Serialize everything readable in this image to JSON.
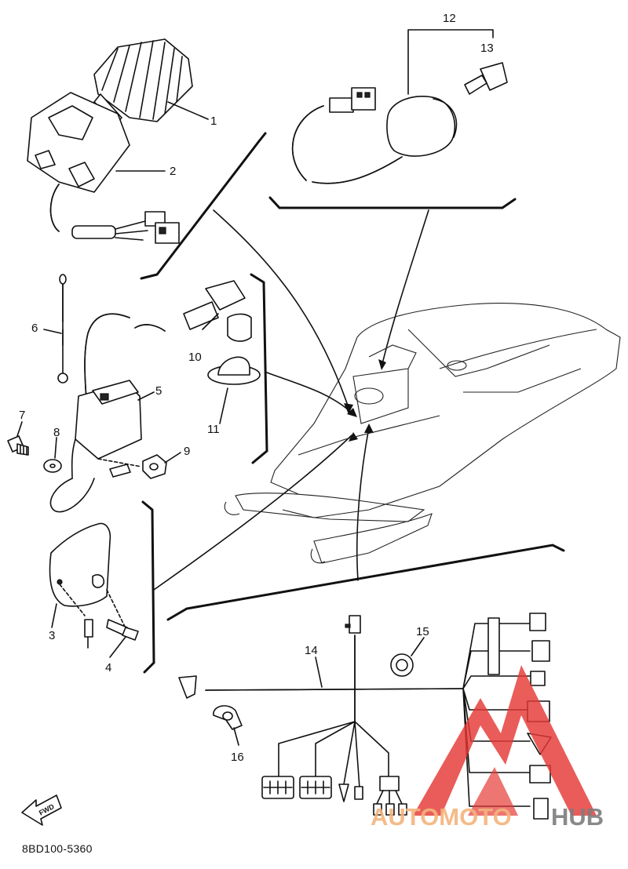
{
  "callouts": {
    "c1": "1",
    "c2": "2",
    "c3": "3",
    "c4": "4",
    "c5": "5",
    "c6": "6",
    "c7": "7",
    "c8": "8",
    "c9": "9",
    "c10": "10",
    "c11": "11",
    "c12": "12",
    "c13": "13",
    "c14": "14",
    "c15": "15",
    "c16": "16"
  },
  "direction_badge": "FWD",
  "document_code": "8BD100-5360",
  "watermark": {
    "text_part1": "AUTOMOTO",
    "text_part2": "HUB",
    "color_part1": "#f3b47d",
    "color_part2": "#7d7d7d",
    "logo_color": "#e53935"
  },
  "colors": {
    "ink": "#111111",
    "background": "#ffffff"
  }
}
